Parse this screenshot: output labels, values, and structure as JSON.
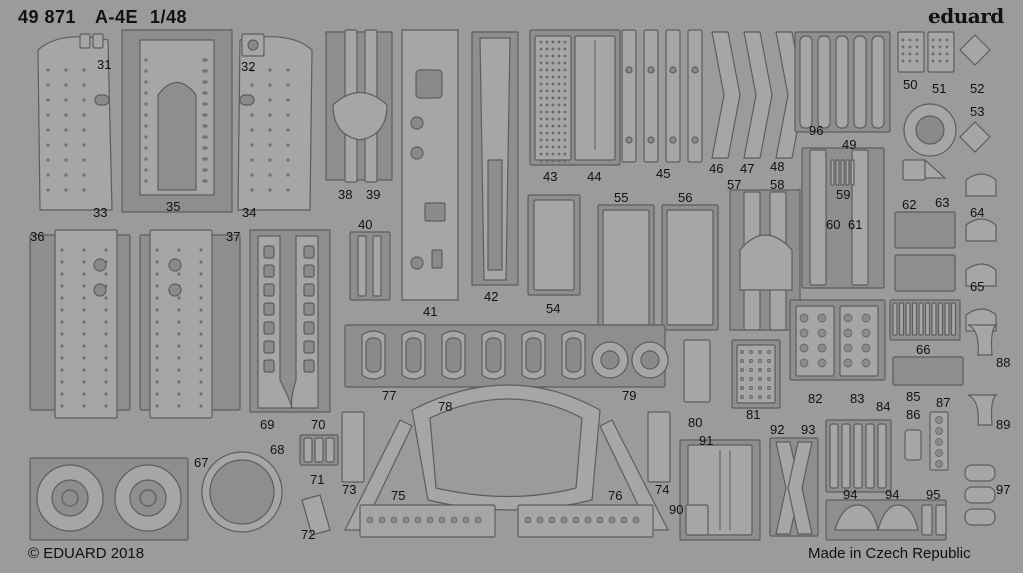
{
  "sheet": {
    "code": "49 871",
    "model": "A-4E",
    "scale": "1/48",
    "brand": "eduard",
    "copyright": "© EDUARD 2018",
    "origin": "Made in Czech Republic"
  },
  "part_numbers": [
    "31",
    "32",
    "33",
    "34",
    "35",
    "36",
    "37",
    "38",
    "39",
    "40",
    "41",
    "42",
    "43",
    "44",
    "45",
    "46",
    "47",
    "48",
    "49",
    "50",
    "51",
    "52",
    "53",
    "54",
    "55",
    "56",
    "57",
    "58",
    "59",
    "60",
    "61",
    "62",
    "63",
    "64",
    "65",
    "66",
    "67",
    "68",
    "69",
    "70",
    "71",
    "72",
    "73",
    "74",
    "75",
    "76",
    "77",
    "78",
    "79",
    "80",
    "81",
    "82",
    "83",
    "84",
    "85",
    "86",
    "87",
    "88",
    "89",
    "90",
    "91",
    "92",
    "93",
    "94",
    "94",
    "95",
    "96",
    "97"
  ],
  "colors": {
    "background": "#9b9b9b",
    "part_fill": "#a6a6a6",
    "part_stroke": "#5d5d5d",
    "frame_fill": "#8e8e8e"
  }
}
